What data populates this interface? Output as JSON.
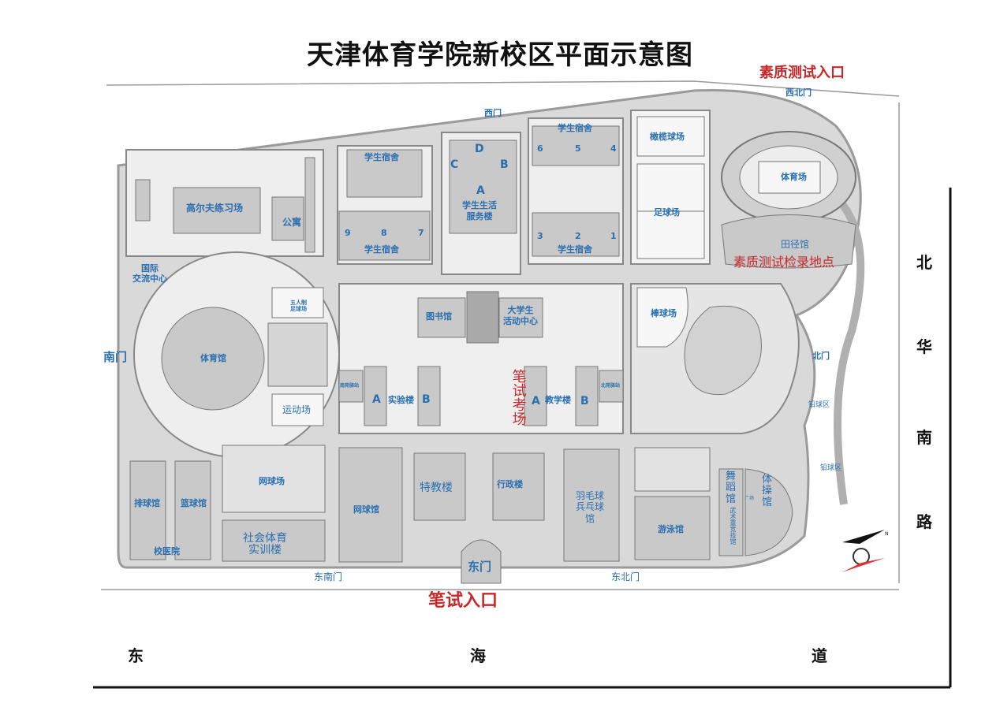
{
  "title": "天津体育学院新校区平面示意图",
  "entrances": {
    "quality_test_entrance": "素质测试入口",
    "quality_test_checkin": "素质测试检录地点",
    "written_exam_entrance": "笔试入口",
    "written_exam_room": "笔试考场"
  },
  "roads": {
    "east": [
      "东",
      "海",
      "道"
    ],
    "north": [
      "北",
      "华",
      "南",
      "路"
    ]
  },
  "gates": {
    "west": "西门",
    "northwest": "西北门",
    "south": "南门",
    "north": "北门",
    "east": "东门",
    "southeast": "东南门",
    "northeast": "东北门"
  },
  "buildings": {
    "dorm_top": "学生宿舍",
    "dorm_top_right": "学生宿舍",
    "dorm_mid_left": "学生宿舍",
    "dorm_mid_right": "学生宿舍",
    "golf": "高尔夫练习场",
    "apartment": "公寓",
    "intl_center": "国际\n交流中心",
    "service_a": "A",
    "service": "学生生活\n服务楼",
    "bldg_c": "C",
    "bldg_d": "D",
    "bldg_b": "B",
    "rugby": "橄榄球场",
    "football": "足球场",
    "stadium": "体育场",
    "track_hall": "田径馆",
    "library": "图书馆",
    "activity": "大学生\n活动中心",
    "baseball": "棒球场",
    "gym": "体育馆",
    "five_a_side": "五人制\n足球场",
    "sports_field": "运动场",
    "lab": "实验楼",
    "lab_a": "A",
    "lab_b": "B",
    "teach": "教学楼",
    "teach_a": "A",
    "teach_b": "B",
    "south_station": "南苑驿站",
    "north_station": "北苑驿站",
    "shot_put_1": "铅球区",
    "shot_put_2": "铅球区",
    "tennis": "网球场",
    "volleyball": "排球馆",
    "basketball": "篮球馆",
    "clinic": "校医院",
    "social_training": "社会体育\n实训楼",
    "tennis_hall": "网球馆",
    "special_ed": "特教楼",
    "admin": "行政楼",
    "badminton": "羽毛球\n兵乓球\n馆",
    "swimming": "游泳馆",
    "dance": "舞\n蹈\n馆",
    "gymnastics": "体\n操\n馆",
    "martial": "武术重竞技馆",
    "plaza": "广场"
  },
  "dorm_numbers": [
    "6",
    "5",
    "4",
    "3",
    "2",
    "1",
    "9",
    "8",
    "7"
  ],
  "compass": "N"
}
